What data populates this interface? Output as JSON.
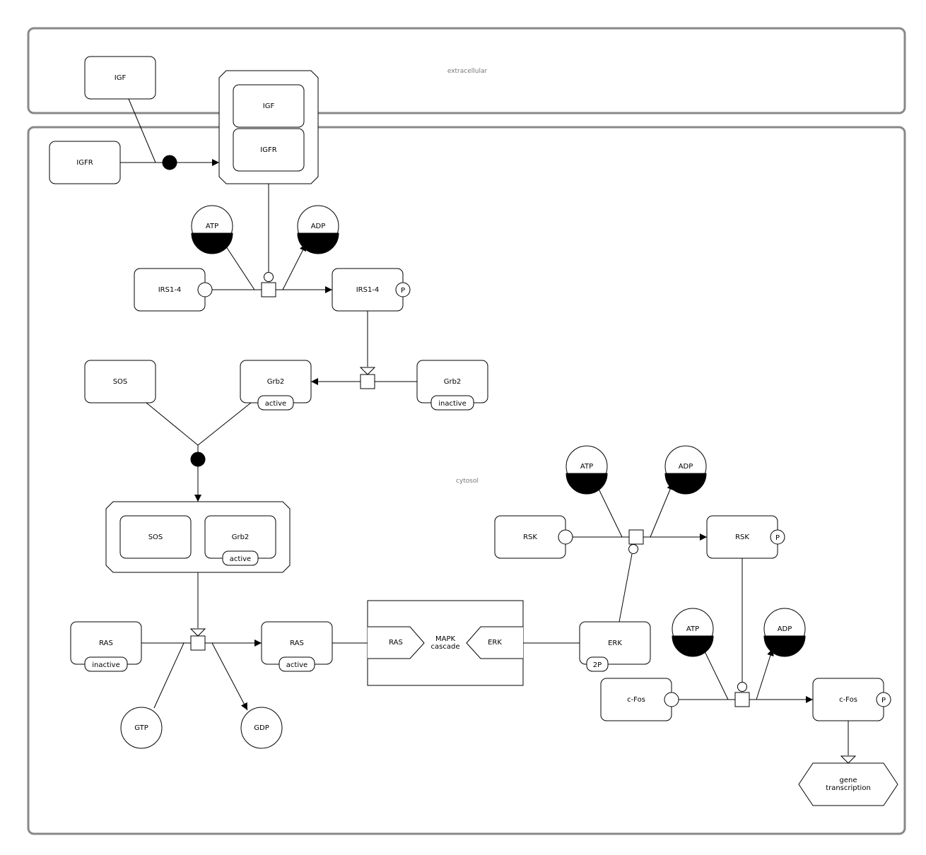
{
  "compartments": {
    "extracellular": "extracellular",
    "cytosol": "cytosol"
  },
  "molecules": {
    "igf": "IGF",
    "igfr": "IGFR",
    "irs_in": "IRS1-4",
    "irs_out": "IRS1-4",
    "sos": "SOS",
    "grb2_active": "Grb2",
    "grb2_inactive": "Grb2",
    "rsk_in": "RSK",
    "rsk_out": "RSK",
    "ras_inactive": "RAS",
    "ras_active": "RAS",
    "erk": "ERK",
    "cfos_in": "c-Fos",
    "cfos_out": "c-Fos"
  },
  "complexes": {
    "igf_igfr": {
      "igf": "IGF",
      "igfr": "IGFR"
    },
    "sos_grb2": {
      "sos": "SOS",
      "grb2": "Grb2",
      "state": "active"
    }
  },
  "states": {
    "phospho": "P",
    "active": "active",
    "inactive": "inactive",
    "double_phospho": "2P"
  },
  "small_molecules": {
    "atp": "ATP",
    "adp": "ADP",
    "gtp": "GTP",
    "gdp": "GDP"
  },
  "submap": {
    "title_line1": "MAPK",
    "title_line2": "cascade",
    "port_in": "RAS",
    "port_out": "ERK"
  },
  "phenotype": {
    "line1": "gene",
    "line2": "transcription"
  }
}
